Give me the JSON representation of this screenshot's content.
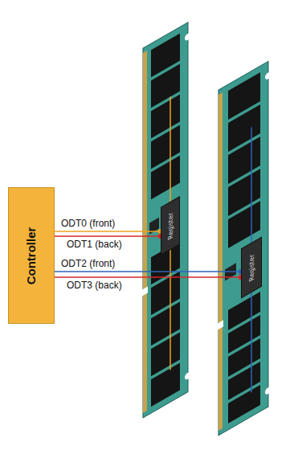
{
  "diagram": {
    "nodes": [
      {
        "text": [
          "Controller"
        ]
      },
      {
        "text": [
          "Register"
        ]
      },
      {
        "text": [
          "Register"
        ]
      }
    ],
    "edges": [
      {
        "from": 0,
        "to": 1,
        "label": "ODT0 (front)",
        "arrow": "none"
      },
      {
        "from": 0,
        "to": 1,
        "label": "ODT1 (back)",
        "arrow": "none"
      },
      {
        "from": 0,
        "to": 2,
        "label": "ODT2 (front)",
        "arrow": "none"
      },
      {
        "from": 0,
        "to": 2,
        "label": "ODT3 (back)",
        "arrow": "none"
      }
    ]
  }
}
